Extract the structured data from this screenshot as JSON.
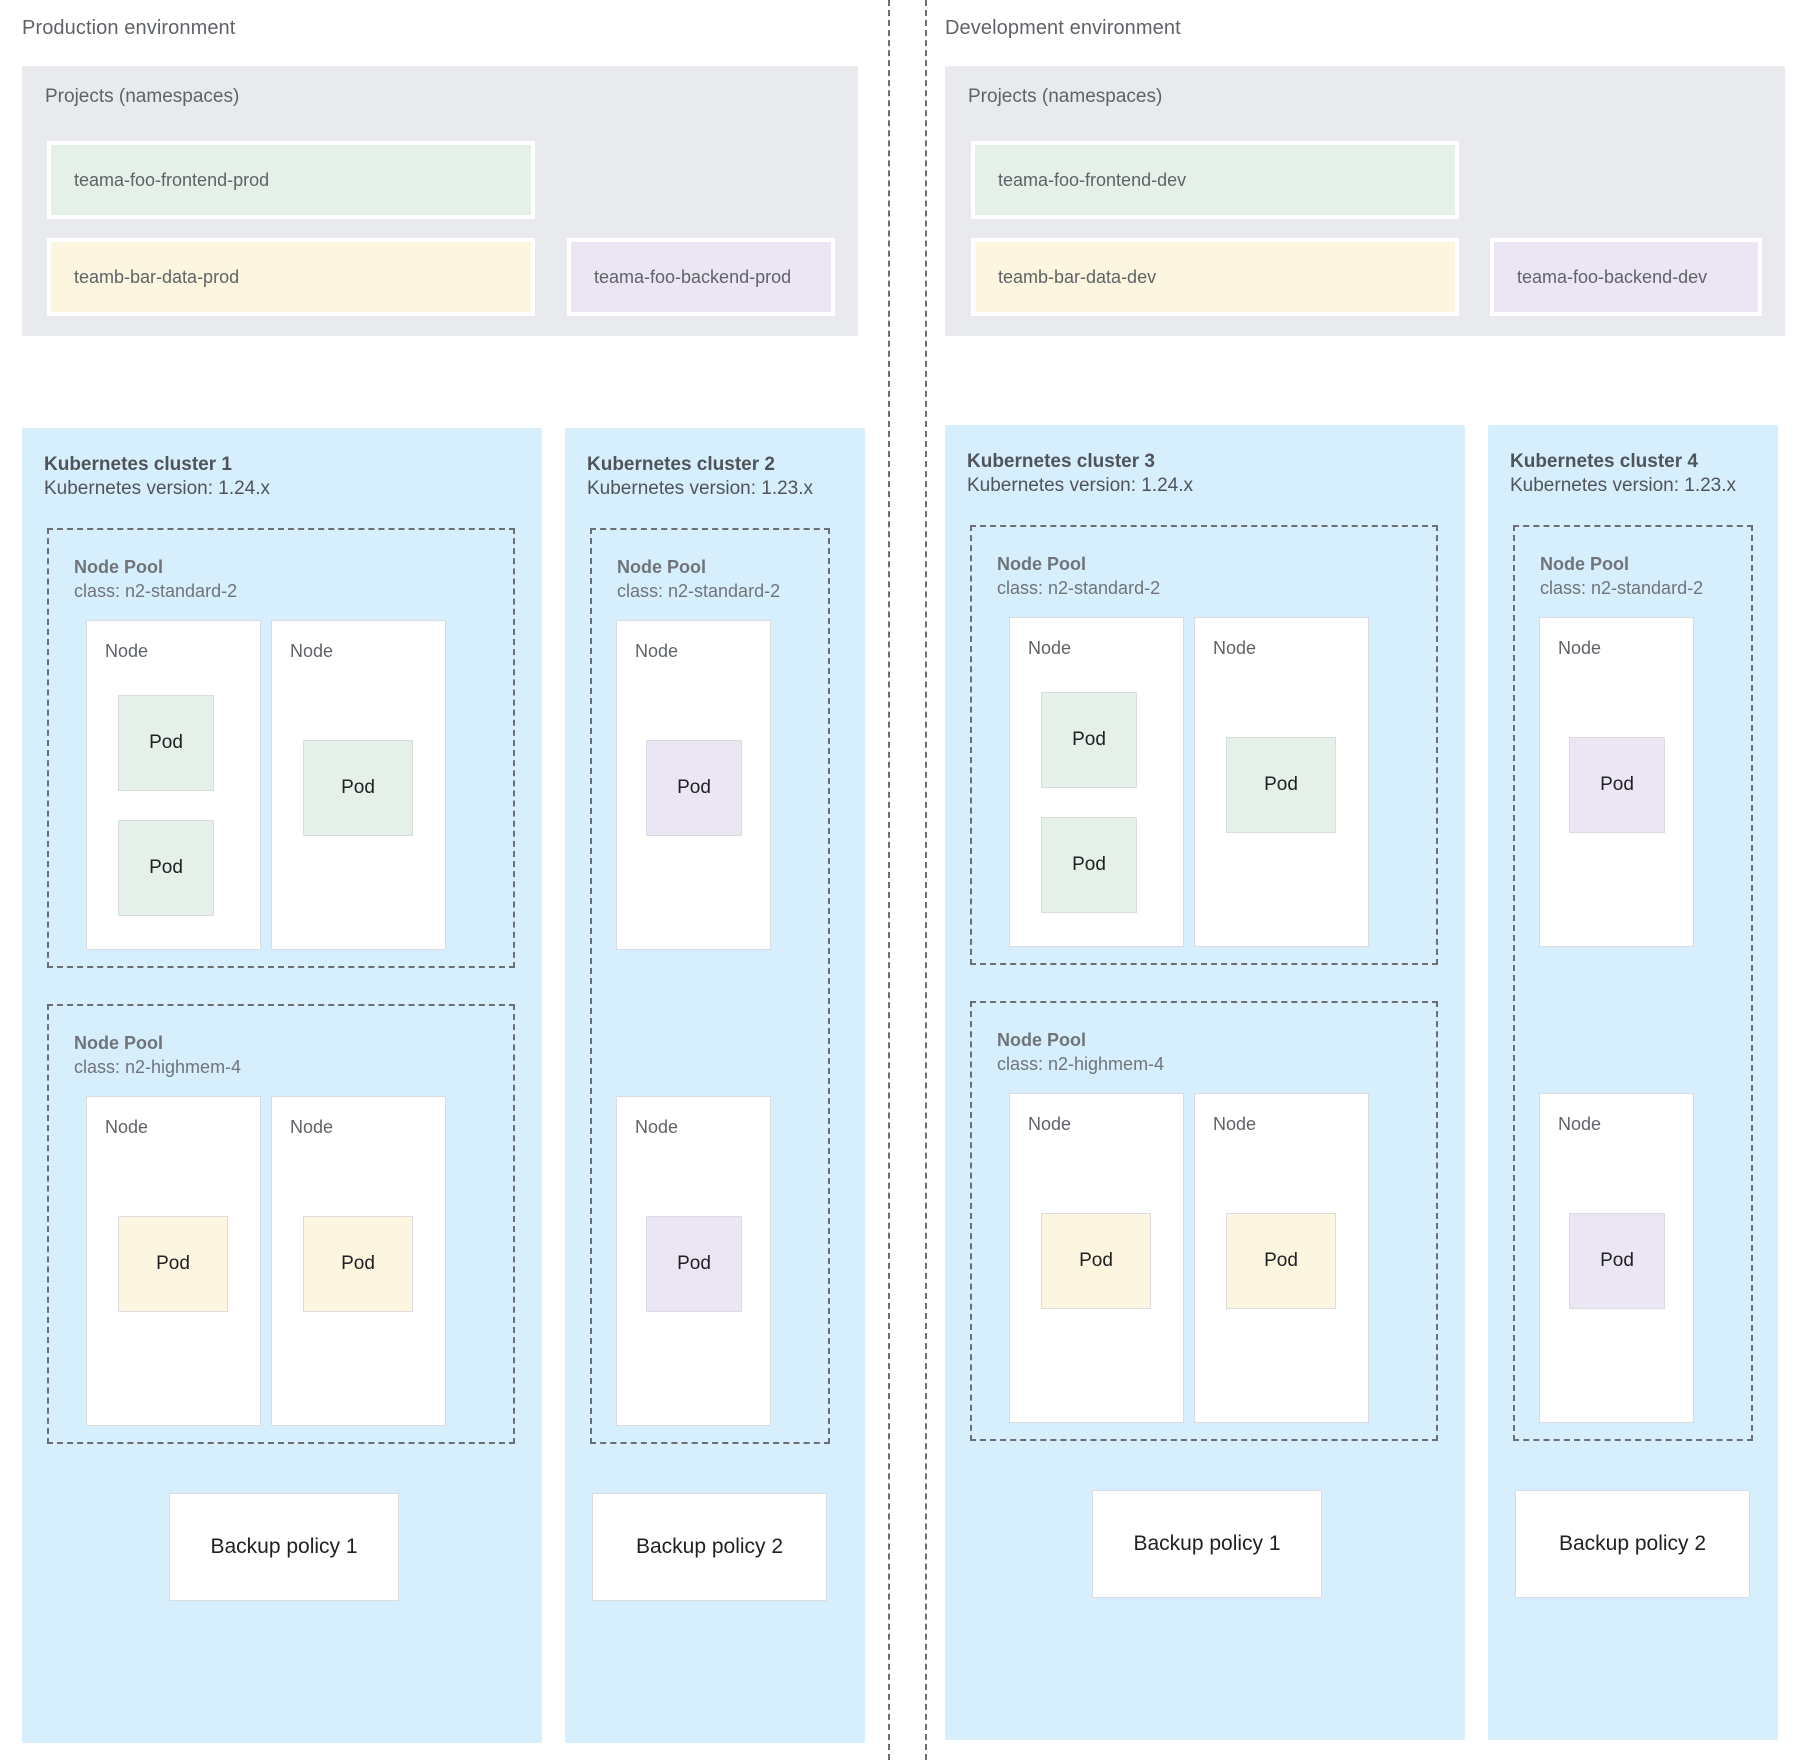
{
  "environments": [
    {
      "title": "Production environment",
      "projects": {
        "label": "Projects (namespaces)",
        "namespaces": [
          {
            "name": "teama-foo-frontend-prod",
            "color": "green"
          },
          {
            "name": "teamb-bar-data-prod",
            "color": "yellow"
          },
          {
            "name": "teama-foo-backend-prod",
            "color": "purple"
          }
        ]
      },
      "clusters": [
        {
          "title": "Kubernetes cluster 1",
          "version": "Kubernetes version: 1.24.x",
          "pools": [
            {
              "label": "Node Pool",
              "class": "class: n2-standard-2",
              "nodes": [
                {
                  "label": "Node",
                  "pods": [
                    {
                      "label": "Pod",
                      "color": "green"
                    },
                    {
                      "label": "Pod",
                      "color": "green"
                    }
                  ]
                },
                {
                  "label": "Node",
                  "pods": [
                    {
                      "label": "Pod",
                      "color": "green"
                    }
                  ]
                }
              ]
            },
            {
              "label": "Node Pool",
              "class": "class: n2-highmem-4",
              "nodes": [
                {
                  "label": "Node",
                  "pods": [
                    {
                      "label": "Pod",
                      "color": "yellow"
                    }
                  ]
                },
                {
                  "label": "Node",
                  "pods": [
                    {
                      "label": "Pod",
                      "color": "yellow"
                    }
                  ]
                }
              ]
            }
          ],
          "backup_policy": "Backup policy 1"
        },
        {
          "title": "Kubernetes cluster 2",
          "version": "Kubernetes version: 1.23.x",
          "pools": [
            {
              "label": "Node Pool",
              "class": "class: n2-standard-2",
              "nodes": [
                {
                  "label": "Node",
                  "pods": [
                    {
                      "label": "Pod",
                      "color": "purple"
                    }
                  ]
                },
                {
                  "label": "Node",
                  "pods": [
                    {
                      "label": "Pod",
                      "color": "purple"
                    }
                  ]
                }
              ]
            }
          ],
          "backup_policy": "Backup policy 2"
        }
      ]
    },
    {
      "title": "Development environment",
      "projects": {
        "label": "Projects (namespaces)",
        "namespaces": [
          {
            "name": "teama-foo-frontend-dev",
            "color": "green"
          },
          {
            "name": "teamb-bar-data-dev",
            "color": "yellow"
          },
          {
            "name": "teama-foo-backend-dev",
            "color": "purple"
          }
        ]
      },
      "clusters": [
        {
          "title": "Kubernetes cluster 3",
          "version": "Kubernetes version: 1.24.x",
          "pools": [
            {
              "label": "Node Pool",
              "class": "class: n2-standard-2",
              "nodes": [
                {
                  "label": "Node",
                  "pods": [
                    {
                      "label": "Pod",
                      "color": "green"
                    },
                    {
                      "label": "Pod",
                      "color": "green"
                    }
                  ]
                },
                {
                  "label": "Node",
                  "pods": [
                    {
                      "label": "Pod",
                      "color": "green"
                    }
                  ]
                }
              ]
            },
            {
              "label": "Node Pool",
              "class": "class: n2-highmem-4",
              "nodes": [
                {
                  "label": "Node",
                  "pods": [
                    {
                      "label": "Pod",
                      "color": "yellow"
                    }
                  ]
                },
                {
                  "label": "Node",
                  "pods": [
                    {
                      "label": "Pod",
                      "color": "yellow"
                    }
                  ]
                }
              ]
            }
          ],
          "backup_policy": "Backup policy 1"
        },
        {
          "title": "Kubernetes cluster 4",
          "version": "Kubernetes version: 1.23.x",
          "pools": [
            {
              "label": "Node Pool",
              "class": "class: n2-standard-2",
              "nodes": [
                {
                  "label": "Node",
                  "pods": [
                    {
                      "label": "Pod",
                      "color": "purple"
                    }
                  ]
                },
                {
                  "label": "Node",
                  "pods": [
                    {
                      "label": "Pod",
                      "color": "purple"
                    }
                  ]
                }
              ]
            }
          ],
          "backup_policy": "Backup policy 2"
        }
      ]
    }
  ],
  "colors": {
    "cluster_bg": "#d7effc",
    "projects_bg": "#e8eaed",
    "green": "#e4f0e8",
    "yellow": "#fcf5df",
    "purple": "#ece6f4",
    "dash": "#6b6f73",
    "text": "#5f6368"
  }
}
